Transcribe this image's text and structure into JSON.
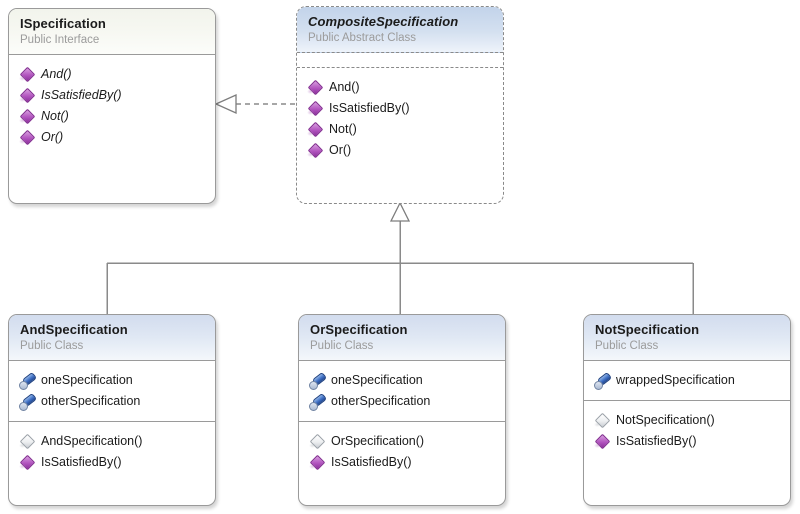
{
  "diagram": {
    "kind": "uml-class-diagram",
    "background": "#ffffff",
    "line_color": "#808080"
  },
  "classes": {
    "ispecification": {
      "name": "ISpecification",
      "stereotype": "Public Interface",
      "header_color": "#f2f4ec",
      "border_style": "solid",
      "sections": [
        {
          "kind": "methods",
          "members": [
            {
              "label": "And()",
              "icon": "method-icon",
              "italic": true
            },
            {
              "label": "IsSatisfiedBy()",
              "icon": "method-icon",
              "italic": true
            },
            {
              "label": "Not()",
              "icon": "method-icon",
              "italic": true
            },
            {
              "label": "Or()",
              "icon": "method-icon",
              "italic": true
            }
          ]
        }
      ]
    },
    "compositespecification": {
      "name": "CompositeSpecification",
      "stereotype": "Public Abstract Class",
      "header_color": "#c2d3ea",
      "border_style": "dashed",
      "sections": [
        {
          "kind": "fields",
          "members": []
        },
        {
          "kind": "methods",
          "members": [
            {
              "label": "And()",
              "icon": "method-icon",
              "italic": false
            },
            {
              "label": "IsSatisfiedBy()",
              "icon": "method-icon",
              "italic": false
            },
            {
              "label": "Not()",
              "icon": "method-icon",
              "italic": false
            },
            {
              "label": "Or()",
              "icon": "method-icon",
              "italic": false
            }
          ]
        }
      ]
    },
    "andspecification": {
      "name": "AndSpecification",
      "stereotype": "Public Class",
      "header_color": "#d2dcee",
      "border_style": "solid",
      "sections": [
        {
          "kind": "fields",
          "members": [
            {
              "label": "oneSpecification",
              "icon": "field-icon",
              "italic": false
            },
            {
              "label": "otherSpecification",
              "icon": "field-icon",
              "italic": false
            }
          ]
        },
        {
          "kind": "methods",
          "members": [
            {
              "label": "AndSpecification()",
              "icon": "constructor-icon",
              "italic": false
            },
            {
              "label": "IsSatisfiedBy()",
              "icon": "method-icon",
              "italic": false
            }
          ]
        }
      ]
    },
    "orspecification": {
      "name": "OrSpecification",
      "stereotype": "Public Class",
      "header_color": "#d2dcee",
      "border_style": "solid",
      "sections": [
        {
          "kind": "fields",
          "members": [
            {
              "label": "oneSpecification",
              "icon": "field-icon",
              "italic": false
            },
            {
              "label": "otherSpecification",
              "icon": "field-icon",
              "italic": false
            }
          ]
        },
        {
          "kind": "methods",
          "members": [
            {
              "label": "OrSpecification()",
              "icon": "constructor-icon",
              "italic": false
            },
            {
              "label": "IsSatisfiedBy()",
              "icon": "method-icon",
              "italic": false
            }
          ]
        }
      ]
    },
    "notspecification": {
      "name": "NotSpecification",
      "stereotype": "Public Class",
      "header_color": "#d2dcee",
      "border_style": "solid",
      "sections": [
        {
          "kind": "fields",
          "members": [
            {
              "label": "wrappedSpecification",
              "icon": "field-icon",
              "italic": false
            }
          ]
        },
        {
          "kind": "methods",
          "members": [
            {
              "label": "NotSpecification()",
              "icon": "constructor-icon",
              "italic": false
            },
            {
              "label": "IsSatisfiedBy()",
              "icon": "method-icon",
              "italic": false
            }
          ]
        }
      ]
    }
  },
  "relationships": [
    {
      "type": "realization",
      "from": "CompositeSpecification",
      "to": "ISpecification",
      "line": "dashed",
      "arrow": "hollow-triangle"
    },
    {
      "type": "generalization",
      "from": "AndSpecification",
      "to": "CompositeSpecification",
      "line": "solid",
      "arrow": "hollow-triangle"
    },
    {
      "type": "generalization",
      "from": "OrSpecification",
      "to": "CompositeSpecification",
      "line": "solid",
      "arrow": "hollow-triangle"
    },
    {
      "type": "generalization",
      "from": "NotSpecification",
      "to": "CompositeSpecification",
      "line": "solid",
      "arrow": "hollow-triangle"
    }
  ]
}
